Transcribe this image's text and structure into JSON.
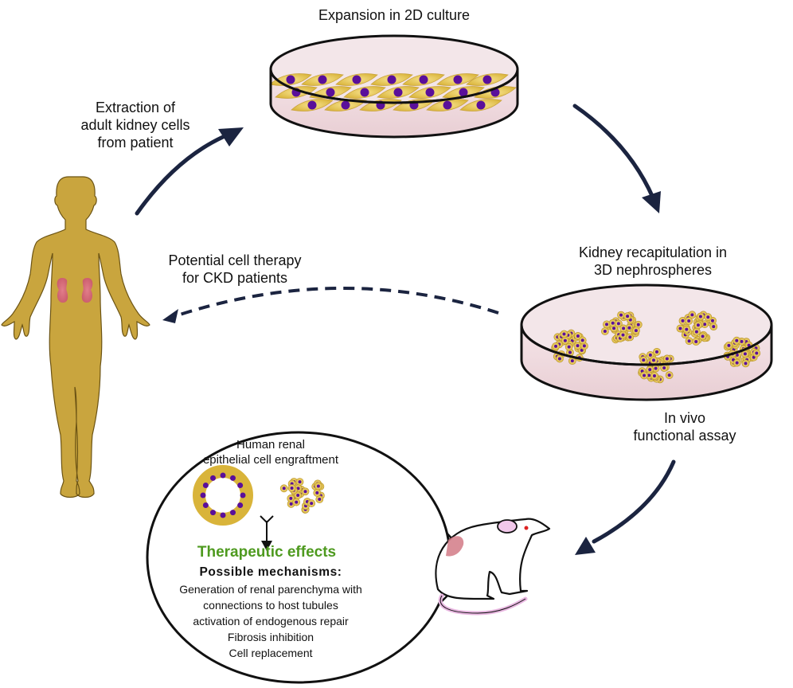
{
  "steps": {
    "extraction": {
      "lines": [
        "Extraction of",
        "adult kidney cells",
        "from patient"
      ]
    },
    "expansion": {
      "title": "Expansion in 2D culture"
    },
    "nephrospheres": {
      "lines": [
        "Kidney recapitulation in",
        "3D nephrospheres"
      ]
    },
    "in_vivo": {
      "lines": [
        "In vivo",
        "functional assay"
      ]
    },
    "therapy": {
      "lines": [
        "Potential cell therapy",
        "for CKD patients"
      ]
    }
  },
  "zoom_panel": {
    "title_lines": [
      "Human renal",
      "epithelial cell engraftment"
    ],
    "effects_title": "Therapeutic effects",
    "mechanisms_title": "Possible mechanisms:",
    "mechanisms": [
      "Generation of renal parenchyma with",
      "connections to host tubules",
      "activation of endogenous repair",
      "Fibrosis inhibition",
      "Cell replacement"
    ]
  },
  "colors": {
    "arrow": "#1b2440",
    "body": "#c9a53e",
    "kidney": "#d9707e",
    "cell": "#e8c84a",
    "nucleus": "#5a0f9a",
    "dish_fill": "#ecd3d8",
    "effects_green": "#4e9a1f"
  }
}
